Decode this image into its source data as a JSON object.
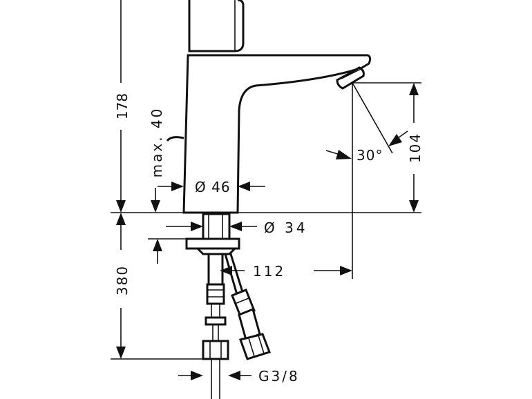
{
  "dimensions": {
    "height_above_deck": "178",
    "max_deck_thickness": "max. 40",
    "body_diameter": "Ø 46",
    "shank_diameter": "Ø 34",
    "spout_height": "104",
    "spout_angle": "30°",
    "spout_reach": "112",
    "hose_length": "380",
    "connection_thread": "G3/8"
  },
  "colors": {
    "line": "#111111",
    "background": "#ffffff"
  }
}
